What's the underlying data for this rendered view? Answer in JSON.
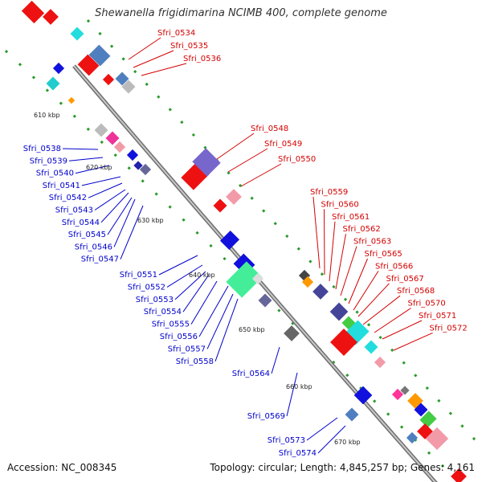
{
  "title": "Shewanella frigidimarina NCIMB 400, complete genome",
  "footer": {
    "accession": "Accession: NC_008345",
    "topology": "Topology: circular; Length: 4,845,257 bp; Genes: 4,161"
  },
  "colors": {
    "backbone": "#8e8e8e",
    "forward_label": "#d40000",
    "reverse_label": "#0000cc",
    "tick": "#2a9a2a"
  },
  "kbp_marks": [
    "610 kbp",
    "620 kbp",
    "630 kbp",
    "640 kbp",
    "650 kbp",
    "660 kbp",
    "670 kbp"
  ],
  "forward_labels": [
    "Sfri_0534",
    "Sfri_0535",
    "Sfri_0536",
    "Sfri_0548",
    "Sfri_0549",
    "Sfri_0550",
    "Sfri_0559",
    "Sfri_0560",
    "Sfri_0561",
    "Sfri_0562",
    "Sfri_0563",
    "Sfri_0565",
    "Sfri_0566",
    "Sfri_0567",
    "Sfri_0568",
    "Sfri_0570",
    "Sfri_0571",
    "Sfri_0572"
  ],
  "reverse_labels": [
    "Sfri_0538",
    "Sfri_0539",
    "Sfri_0540",
    "Sfri_0541",
    "Sfri_0542",
    "Sfri_0543",
    "Sfri_0544",
    "Sfri_0545",
    "Sfri_0546",
    "Sfri_0547",
    "Sfri_0551",
    "Sfri_0552",
    "Sfri_0553",
    "Sfri_0554",
    "Sfri_0555",
    "Sfri_0556",
    "Sfri_0557",
    "Sfri_0558",
    "Sfri_0564",
    "Sfri_0569",
    "Sfri_0573",
    "Sfri_0574"
  ]
}
